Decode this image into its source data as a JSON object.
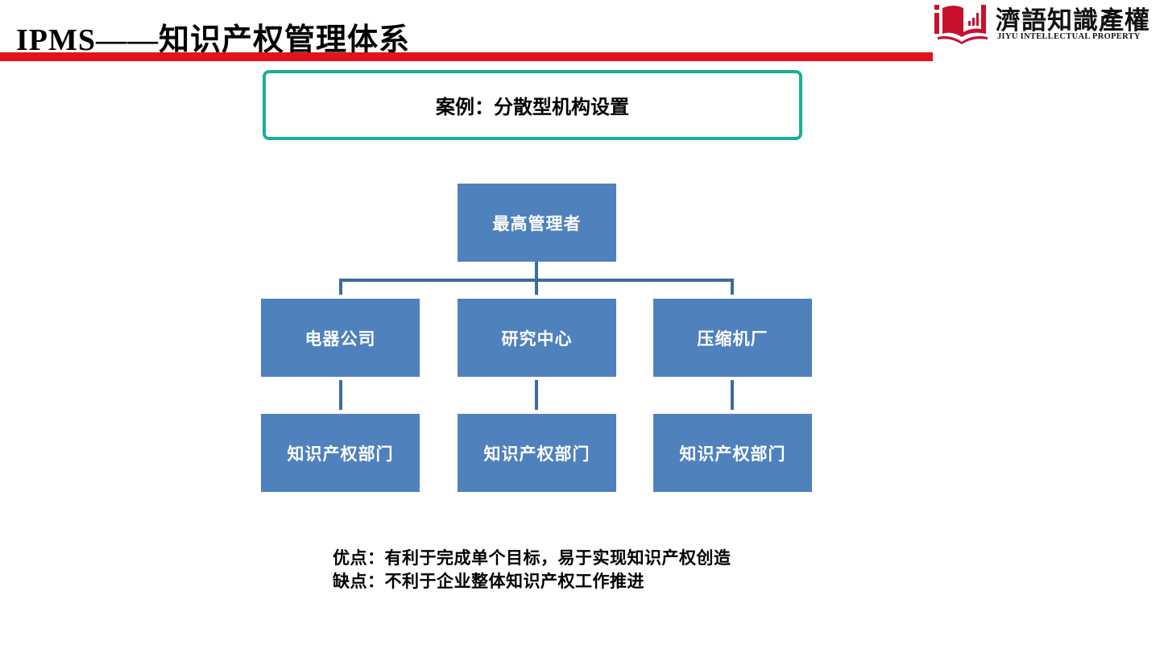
{
  "header": {
    "title": "IPMS——知识产权管理体系",
    "logo_cn": "濟語知識產權",
    "logo_en": "JIYU INTELLECTUAL PROPERTY"
  },
  "case_title": "案例：分散型机构设置",
  "org_chart": {
    "top": "最高管理者",
    "divisions": [
      {
        "name": "电器公司",
        "department": "知识产权部门"
      },
      {
        "name": "研究中心",
        "department": "知识产权部门"
      },
      {
        "name": "压缩机厂",
        "department": "知识产权部门"
      }
    ]
  },
  "notes": {
    "pros": "优点：有利于完成单个目标，易于实现知识产权创造",
    "cons": "缺点：不利于企业整体知识产权工作推进"
  },
  "colors": {
    "accent_red": "#e0141e",
    "box_border": "#1aaf98",
    "node_fill": "#4f81bd",
    "connector": "#3e6a9e"
  }
}
